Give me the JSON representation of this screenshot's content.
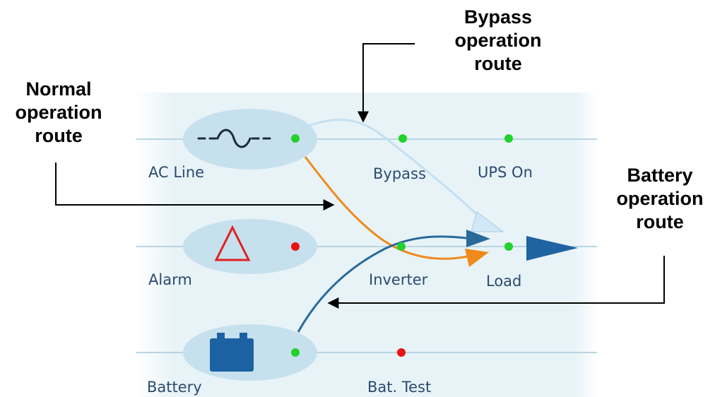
{
  "route_labels": {
    "normal": "Normal\noperation\nroute",
    "bypass": "Bypass\noperation\nroute",
    "battery": "Battery\noperation\nroute"
  },
  "panel_labels": {
    "ac_line": "AC Line",
    "bypass": "Bypass",
    "ups_on": "UPS On",
    "alarm": "Alarm",
    "inverter": "Inverter",
    "load": "Load",
    "battery": "Battery",
    "bat_test": "Bat. Test"
  },
  "icons": {
    "ac_line": "sine-wave-icon",
    "alarm": "warning-triangle-icon",
    "battery": "battery-icon"
  },
  "leds": {
    "ac_line": "green",
    "bypass": "green",
    "ups_on": "green",
    "alarm": "red",
    "inverter": "green",
    "load": "green",
    "battery": "green",
    "bat_test": "red"
  },
  "colors": {
    "panel_bg": "#e8f3f8",
    "oval": "#c7e0ee",
    "line": "#b9d4e2",
    "led_green": "#22d12b",
    "led_red": "#e81313",
    "bypass_route": "#c4e0f2",
    "normal_route": "#f08a1c",
    "battery_route": "#2a6a99",
    "load_arrow": "#1f63a3",
    "alarm_icon": "#e02020",
    "battery_icon": "#1c62a3"
  }
}
